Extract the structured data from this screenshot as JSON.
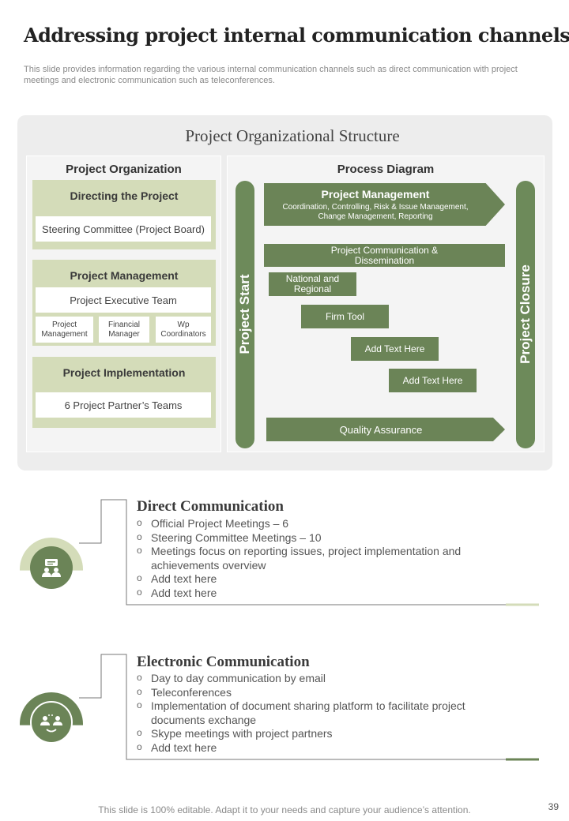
{
  "title": "Addressing project internal communication channels",
  "subtitle": "This slide provides information regarding the various internal communication channels such as direct communication with project meetings and electronic communication such as teleconferences.",
  "structure": {
    "title": "Project Organizational Structure",
    "organization": {
      "heading": "Project Organization",
      "directing": {
        "heading": "Directing the Project",
        "item": "Steering Committee (Project Board)"
      },
      "management": {
        "heading": "Project Management",
        "team": "Project Executive Team",
        "roles": [
          "Project Management",
          "Financial Manager",
          "Wp Coordinators"
        ]
      },
      "implementation": {
        "heading": "Project Implementation",
        "item": "6 Project Partner’s Teams"
      }
    },
    "process": {
      "heading": "Process Diagram",
      "start_label": "Project Start",
      "closure_label": "Project Closure",
      "management_title": "Project Management",
      "management_sub": "Coordination, Controlling, Risk & Issue Management, Change Management, Reporting",
      "communication": "Project Communication & Dissemination",
      "national": "National and Regional",
      "firm_tool": "Firm Tool",
      "add_text_1": "Add Text Here",
      "add_text_2": "Add Text Here",
      "quality": "Quality Assurance"
    }
  },
  "direct": {
    "title": "Direct Communication",
    "icon": "meeting-people-icon",
    "items": [
      "Official Project Meetings  – 6",
      "Steering Committee Meetings – 10",
      "Meetings focus on reporting issues, project implementation and achievements overview",
      "Add text here",
      "Add text here"
    ]
  },
  "electronic": {
    "title": "Electronic Communication",
    "icon": "video-call-people-icon",
    "items": [
      "Day to day communication by email",
      "Teleconferences",
      "Implementation of document sharing platform to facilitate project documents exchange",
      "Skype meetings with project partners",
      "Add text here"
    ]
  },
  "footer": "This slide is 100% editable. Adapt it to your needs and capture your audience’s attention.",
  "page_number": "39",
  "colors": {
    "dark_green": "#6b8457",
    "light_green": "#d4dcb9",
    "panel_gray": "#ededed"
  }
}
